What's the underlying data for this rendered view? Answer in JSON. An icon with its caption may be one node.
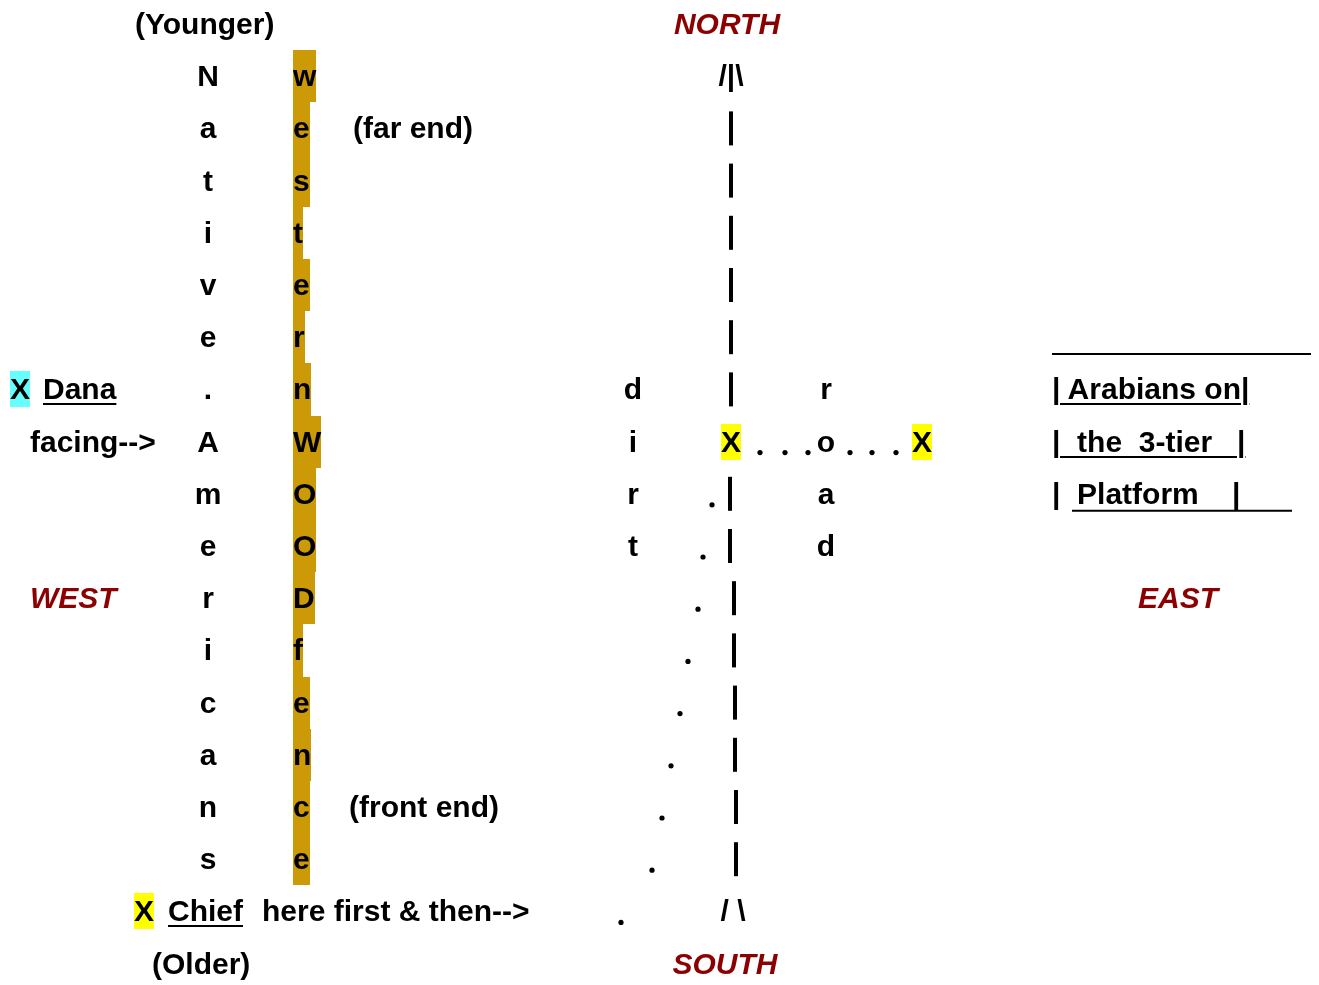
{
  "diagram": {
    "labels": [
      "(Younger)",
      "NORTH",
      "Native.Americans",
      "westernWOODfence",
      "/|\\",
      "(far end)",
      "X",
      "Dana",
      "dirt",
      "road",
      "| Arabians on|",
      "facing-->",
      "X",
      "X",
      "|  the  3-tier   |",
      "|  Platform    |",
      "WEST",
      "EAST",
      "(front end)",
      "X",
      "Chief",
      "here first & then-->",
      "/ \\",
      "(Older)",
      "SOUTH"
    ]
  }
}
